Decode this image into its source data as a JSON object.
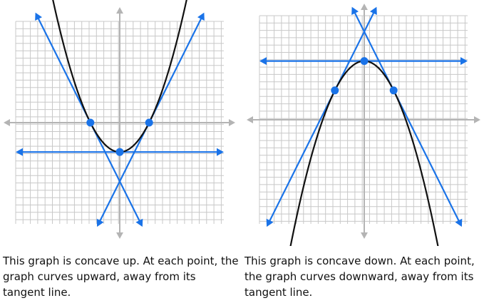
{
  "colors": {
    "grid": "#c8c8c8",
    "axis": "#b4b4b4",
    "curve": "#111111",
    "tangent": "#1a73e8",
    "point": "#1a73e8"
  },
  "panels": [
    {
      "id": "left",
      "concavity": "up",
      "caption": "This graph is concave up. At each point, the graph curves upward, away from its tangent line.",
      "grid_range": {
        "x": [
          -7,
          7
        ],
        "y": [
          -7,
          7
        ]
      },
      "curve": {
        "function": "y = 0.5*x^2 - 2",
        "x_range": [
          -5,
          5.3
        ]
      },
      "points": [
        {
          "x": -2,
          "y": 0
        },
        {
          "x": 0,
          "y": -2
        },
        {
          "x": 2,
          "y": 0
        }
      ],
      "tangent_lines": [
        {
          "slope": -2,
          "through": [
            -2,
            0
          ]
        },
        {
          "slope": 0,
          "through": [
            0,
            -2
          ]
        },
        {
          "slope": 2,
          "through": [
            2,
            0
          ]
        }
      ]
    },
    {
      "id": "right",
      "concavity": "down",
      "caption": "This graph is concave down. At each point, the graph curves downward, away from its tangent line.",
      "grid_range": {
        "x": [
          -7,
          7
        ],
        "y": [
          -7,
          7
        ]
      },
      "curve": {
        "function": "y = -0.5*x^2 + 4",
        "x_range": [
          -5.3,
          5.3
        ]
      },
      "points": [
        {
          "x": -2,
          "y": 2
        },
        {
          "x": 0,
          "y": 4
        },
        {
          "x": 2,
          "y": 2
        }
      ],
      "tangent_lines": [
        {
          "slope": 2,
          "through": [
            -2,
            2
          ]
        },
        {
          "slope": 0,
          "through": [
            0,
            4
          ]
        },
        {
          "slope": -2,
          "through": [
            2,
            2
          ]
        }
      ]
    }
  ]
}
